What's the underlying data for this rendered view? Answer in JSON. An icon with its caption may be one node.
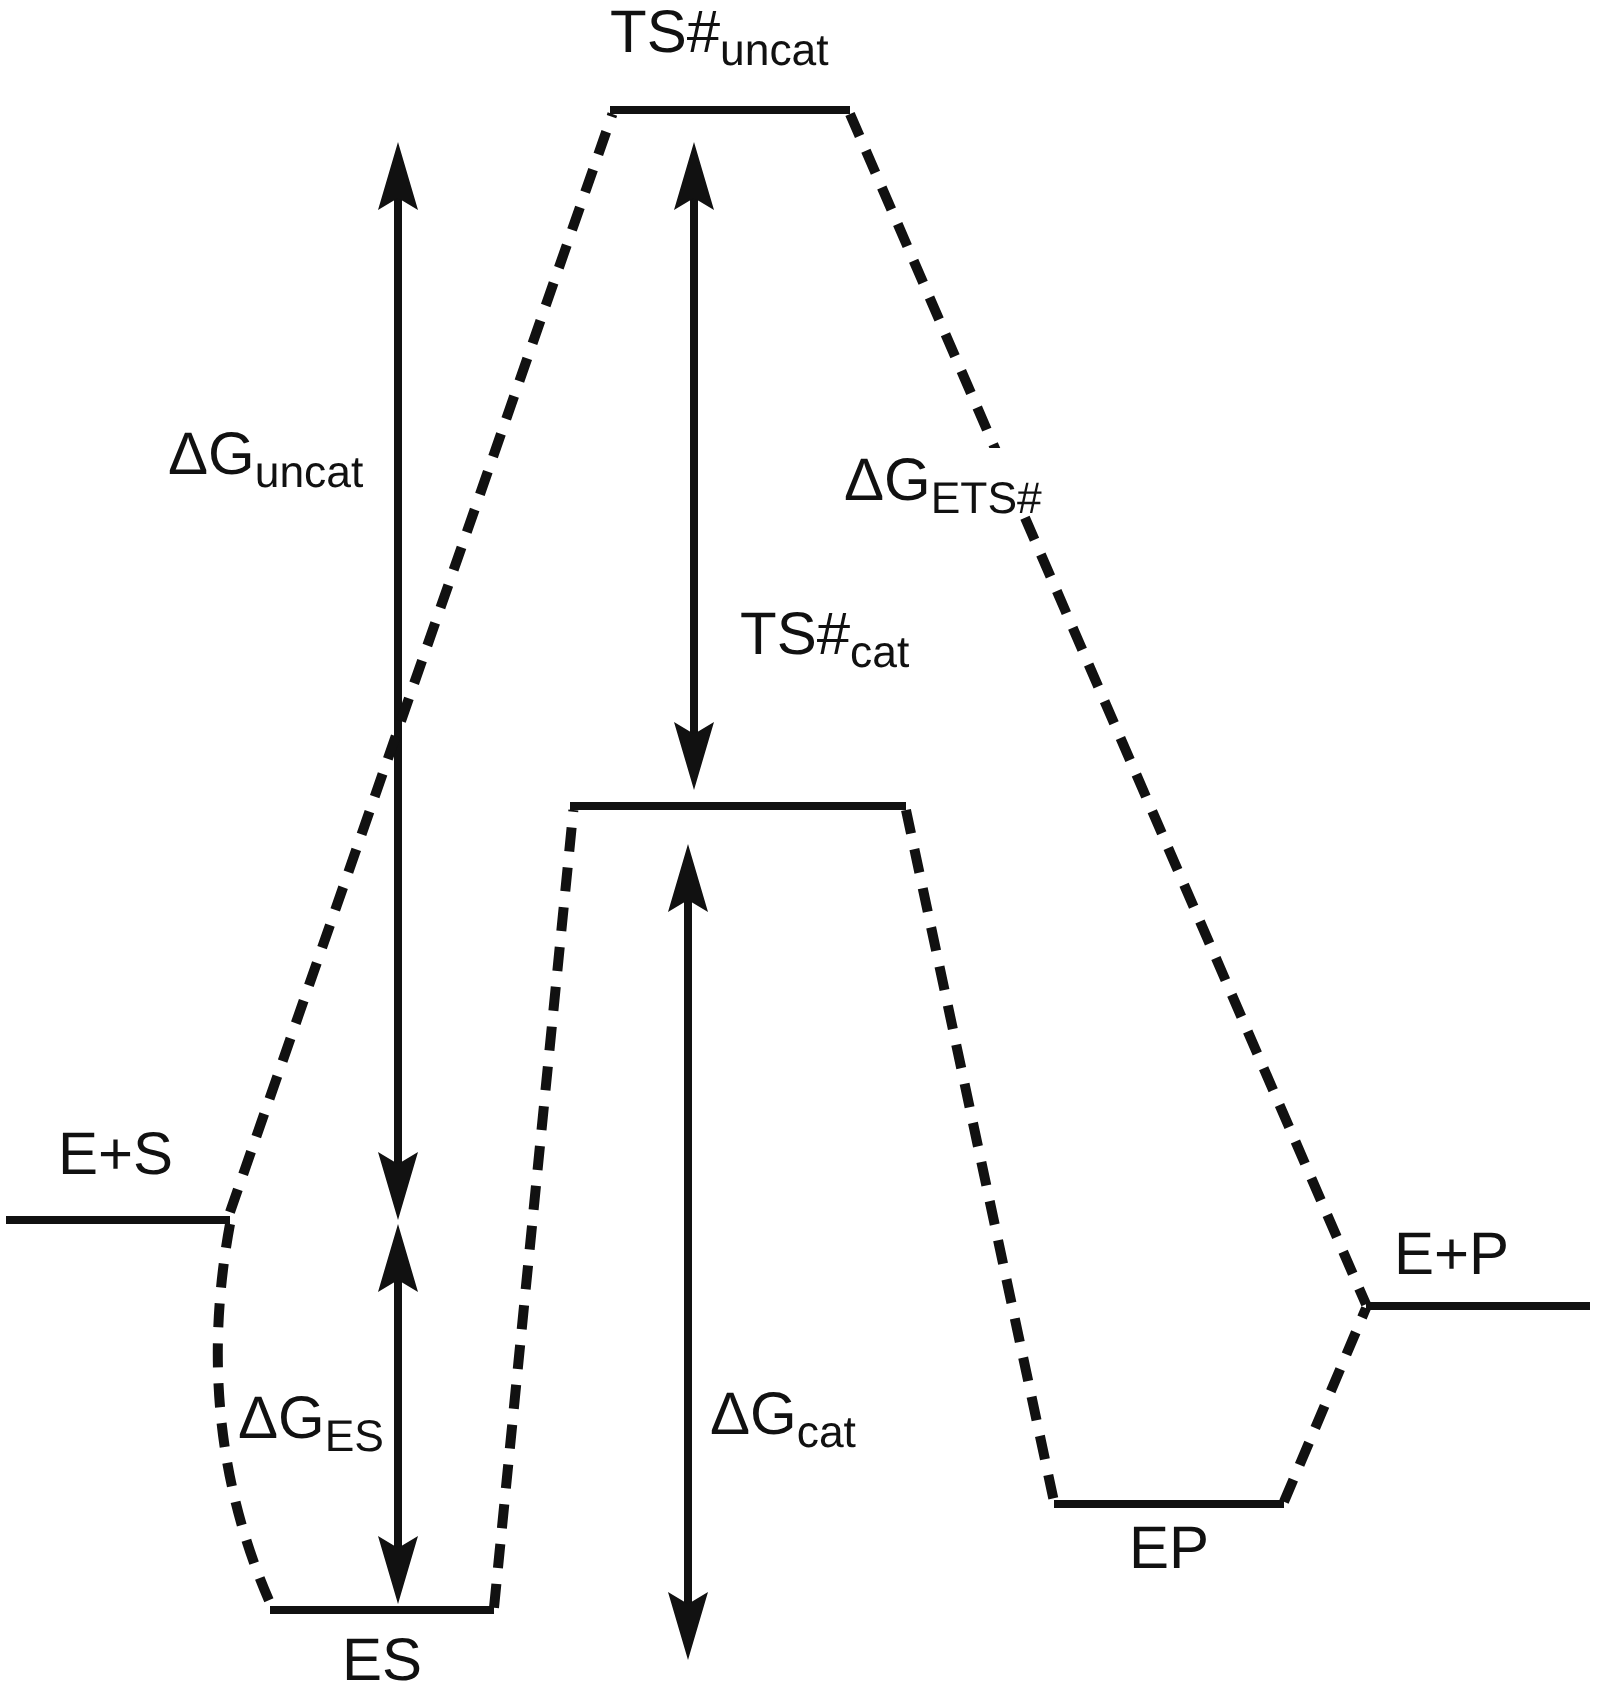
{
  "diagram": {
    "nodes": [
      {
        "text": [
          "TS#$_{uncat}$"
        ]
      },
      {
        "text": [],
        "shape": "bar"
      },
      {
        "text": [
          "E+S"
        ]
      },
      {
        "text": [
          "E+P"
        ]
      },
      {
        "text": [
          "EP"
        ]
      },
      {
        "text": [
          "ES"
        ]
      }
    ],
    "edges": [
      {
        "from": 2,
        "to": 0,
        "arrow": "none",
        "style": "dashed"
      },
      {
        "from": 2,
        "to": 5,
        "arrow": "none",
        "style": "dashed"
      },
      {
        "from": 5,
        "to": 1,
        "arrow": "none",
        "style": "dashed"
      },
      {
        "from": 0,
        "to": 3,
        "arrow": "none",
        "style": "dashed",
        "label": "ΔG$_{ETS#}$"
      },
      {
        "from": 1,
        "to": 4,
        "arrow": "none",
        "style": "dashed"
      },
      {
        "from": 4,
        "to": 3,
        "arrow": "none",
        "style": "dashed"
      }
    ],
    "labels": [
      "ΔG$_{uncat}$",
      "TS#$_{cat}$",
      "ΔG$_{ES}$",
      "ΔG$_{cat}$"
    ]
  }
}
